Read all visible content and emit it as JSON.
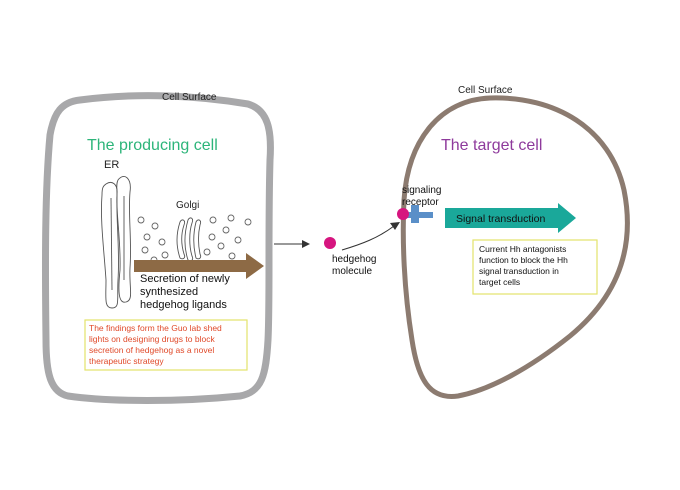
{
  "producing_cell": {
    "surface_label": "Cell Surface",
    "title": "The producing cell",
    "er_label": "ER",
    "golgi_label": "Golgi",
    "secretion_label": [
      "Secretion of newly",
      "synthesized",
      "hedgehog ligands"
    ],
    "findings_note": [
      "The findings form the Guo lab shed",
      "lights on designing  drugs to block",
      "secretion of hedgehog as a novel",
      "therapeutic strategy"
    ]
  },
  "extracellular": {
    "molecule_label": [
      "hedgehog",
      "molecule"
    ],
    "receptor_label": [
      "signaling",
      "receptor"
    ]
  },
  "target_cell": {
    "surface_label": "Cell Surface",
    "title": "The target cell",
    "signal_label": "Signal transduction",
    "antagonist_note": [
      "Current Hh antagonists",
      "function to block the Hh",
      "signal transduction in",
      "target cells"
    ]
  },
  "colors": {
    "producing_cell_outline": "#a8a8aa",
    "target_cell_outline": "#8c7b70",
    "producing_title": "#2db57a",
    "target_title": "#8e3a9c",
    "secretion_arrow": "#8d6a45",
    "signal_arrow": "#1aa89a",
    "hedgehog_molecule": "#d6157f",
    "receptor": "#5a8fc8",
    "findings_text": "#e04a2a",
    "note_border": "#e3e36a"
  }
}
